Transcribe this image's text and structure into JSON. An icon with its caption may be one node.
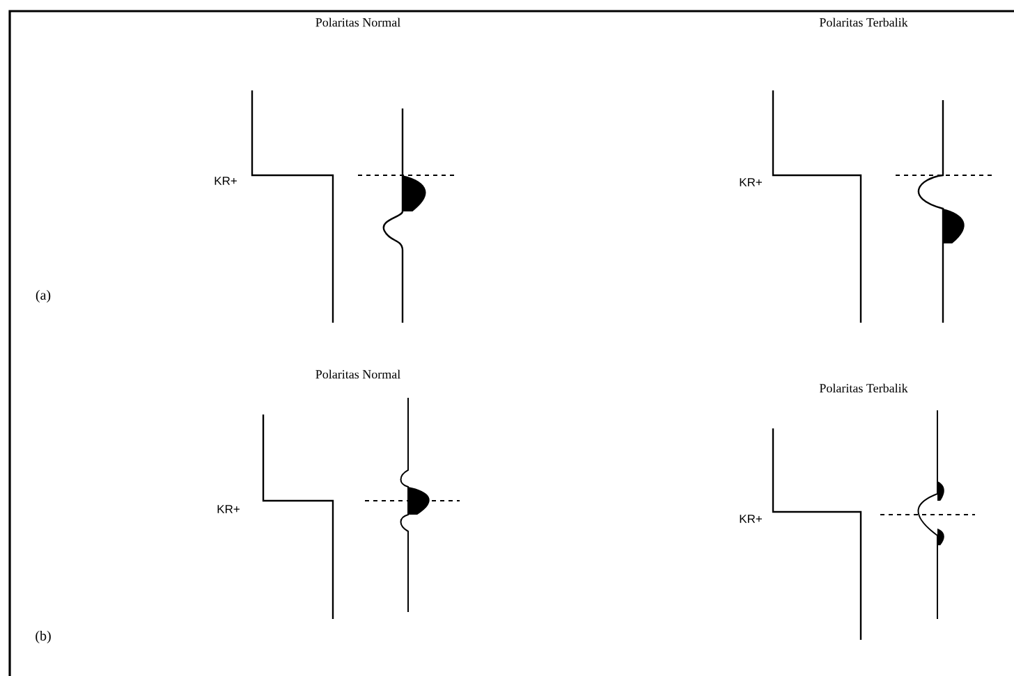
{
  "diagram": {
    "labels": [
      "Polaritas Normal",
      "Polaritas Terbalik",
      "KR+",
      "KR+",
      "(a)",
      "Polaritas Normal",
      "Polaritas Terbalik",
      "KR+",
      "KR+",
      "(b)"
    ]
  }
}
